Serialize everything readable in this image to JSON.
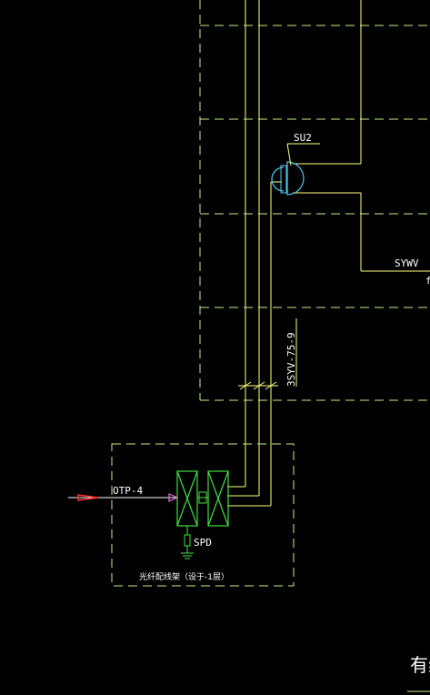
{
  "labels": {
    "su2": "SU2",
    "sywv": "SYWV",
    "sywv_tail": "f",
    "cable": "3SYV-75-9",
    "otp": "OTP-4",
    "spd": "SPD",
    "frame_caption": "光纤配线架（设于-1层）",
    "corner_text": "有线"
  }
}
